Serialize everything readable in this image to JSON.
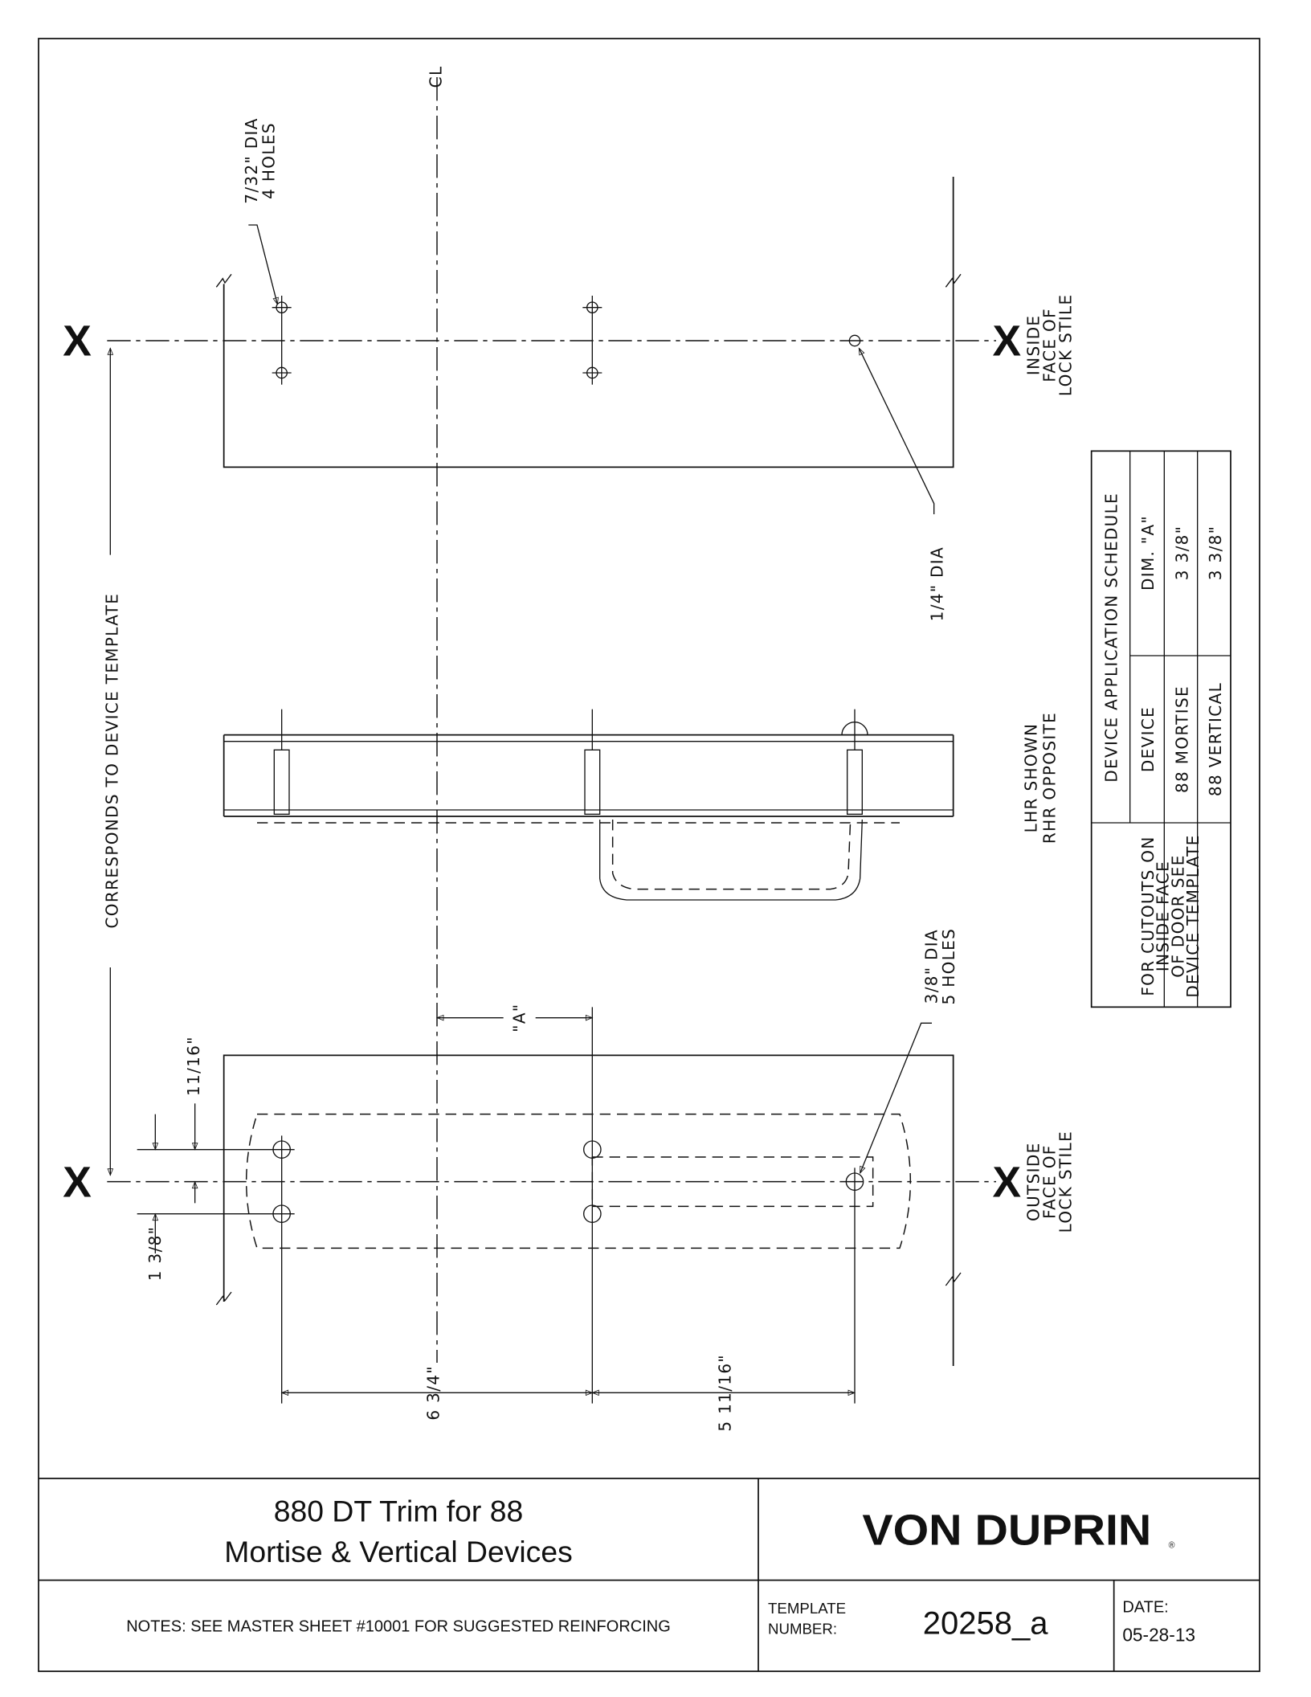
{
  "drawing": {
    "centerline_symbol": "CL",
    "hole_note_top": {
      "line1": "7/32\" DIA",
      "line2": "4 HOLES"
    },
    "hole_note_single": "1/4\" DIA",
    "inside_face": {
      "line1": "INSIDE",
      "line2": "FACE OF",
      "line3": "LOCK STILE"
    },
    "outside_face": {
      "line1": "OUTSIDE",
      "line2": "FACE OF",
      "line3": "LOCK STILE"
    },
    "handing": {
      "line1": "LHR SHOWN",
      "line2": "RHR OPPOSITE"
    },
    "corresponds": "CORRESPONDS TO DEVICE TEMPLATE",
    "hole_note_bottom": {
      "line1": "3/8\" DIA",
      "line2": "5 HOLES"
    },
    "dim_a": "\"A\"",
    "dim_11_16": "11/16\"",
    "dim_1_3_8": "1 3/8\"",
    "dim_6_3_4": "6 3/4\"",
    "dim_5_11_16": "5 11/16\"",
    "x_mark": "X"
  },
  "schedule": {
    "title": "DEVICE APPLICATION SCHEDULE",
    "headers": [
      "DEVICE",
      "DIM. \"A\""
    ],
    "rows": [
      [
        "88 MORTISE",
        "3 3/8\""
      ],
      [
        "88 VERTICAL",
        "3 3/8\""
      ]
    ],
    "note": [
      "FOR CUTOUTS ON",
      "INSIDE FACE",
      "OF DOOR SEE",
      "DEVICE TEMPLATE"
    ]
  },
  "title_block": {
    "title_line1": "880 DT Trim for 88",
    "title_line2": "Mortise & Vertical Devices",
    "brand": "VON DUPRIN",
    "brand_mark": "®",
    "notes": "NOTES: SEE MASTER SHEET #10001 FOR SUGGESTED REINFORCING",
    "template_label_1": "TEMPLATE",
    "template_label_2": "NUMBER:",
    "template_number": "20258_a",
    "date_label": "DATE:",
    "date_value": "05-28-13"
  }
}
